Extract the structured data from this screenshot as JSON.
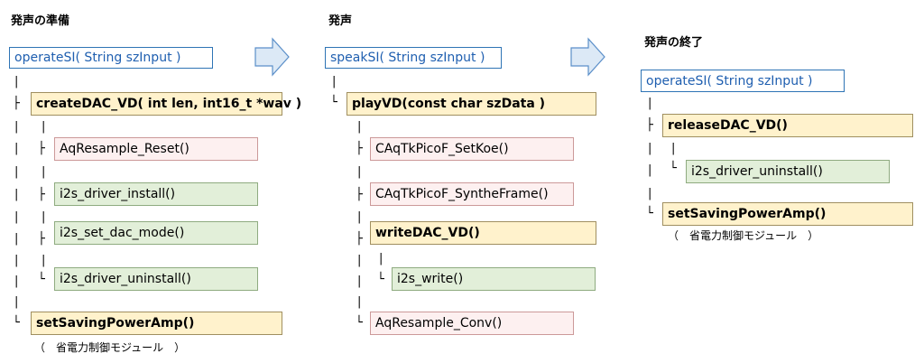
{
  "col1": {
    "heading": "発声の準備",
    "root": "operateSI( String szInput )",
    "create": "createDAC_VD( int len, int16_t *wav )",
    "resample_reset": "AqResample_Reset()",
    "driver_install": "i2s_driver_install()",
    "set_dac_mode": "i2s_set_dac_mode()",
    "driver_uninstall": "i2s_driver_uninstall()",
    "saving": "setSavingPowerAmp()",
    "note": "（　省電力制御モジュール　）"
  },
  "col2": {
    "heading": "発声",
    "root": "speakSI( String szInput )",
    "play": "playVD(const char szData )",
    "setkoe": "CAqTkPicoF_SetKoe()",
    "synthe": "CAqTkPicoF_SyntheFrame()",
    "write_dac": "writeDAC_VD()",
    "i2s_write": "i2s_write()",
    "resample_conv": "AqResample_Conv()"
  },
  "col3": {
    "heading": "発声の終了",
    "root": "operateSI( String szInput )",
    "release": "releaseDAC_VD()",
    "driver_uninstall": "i2s_driver_uninstall()",
    "saving": "setSavingPowerAmp()",
    "note": "（　省電力制御モジュール　）"
  },
  "glyphs": {
    "v": "|",
    "t": "├",
    "l": "└"
  },
  "colors": {
    "arrow_fill": "#dce9f6",
    "arrow_stroke": "#5b8fc9",
    "root_text": "#1f5fb0"
  }
}
